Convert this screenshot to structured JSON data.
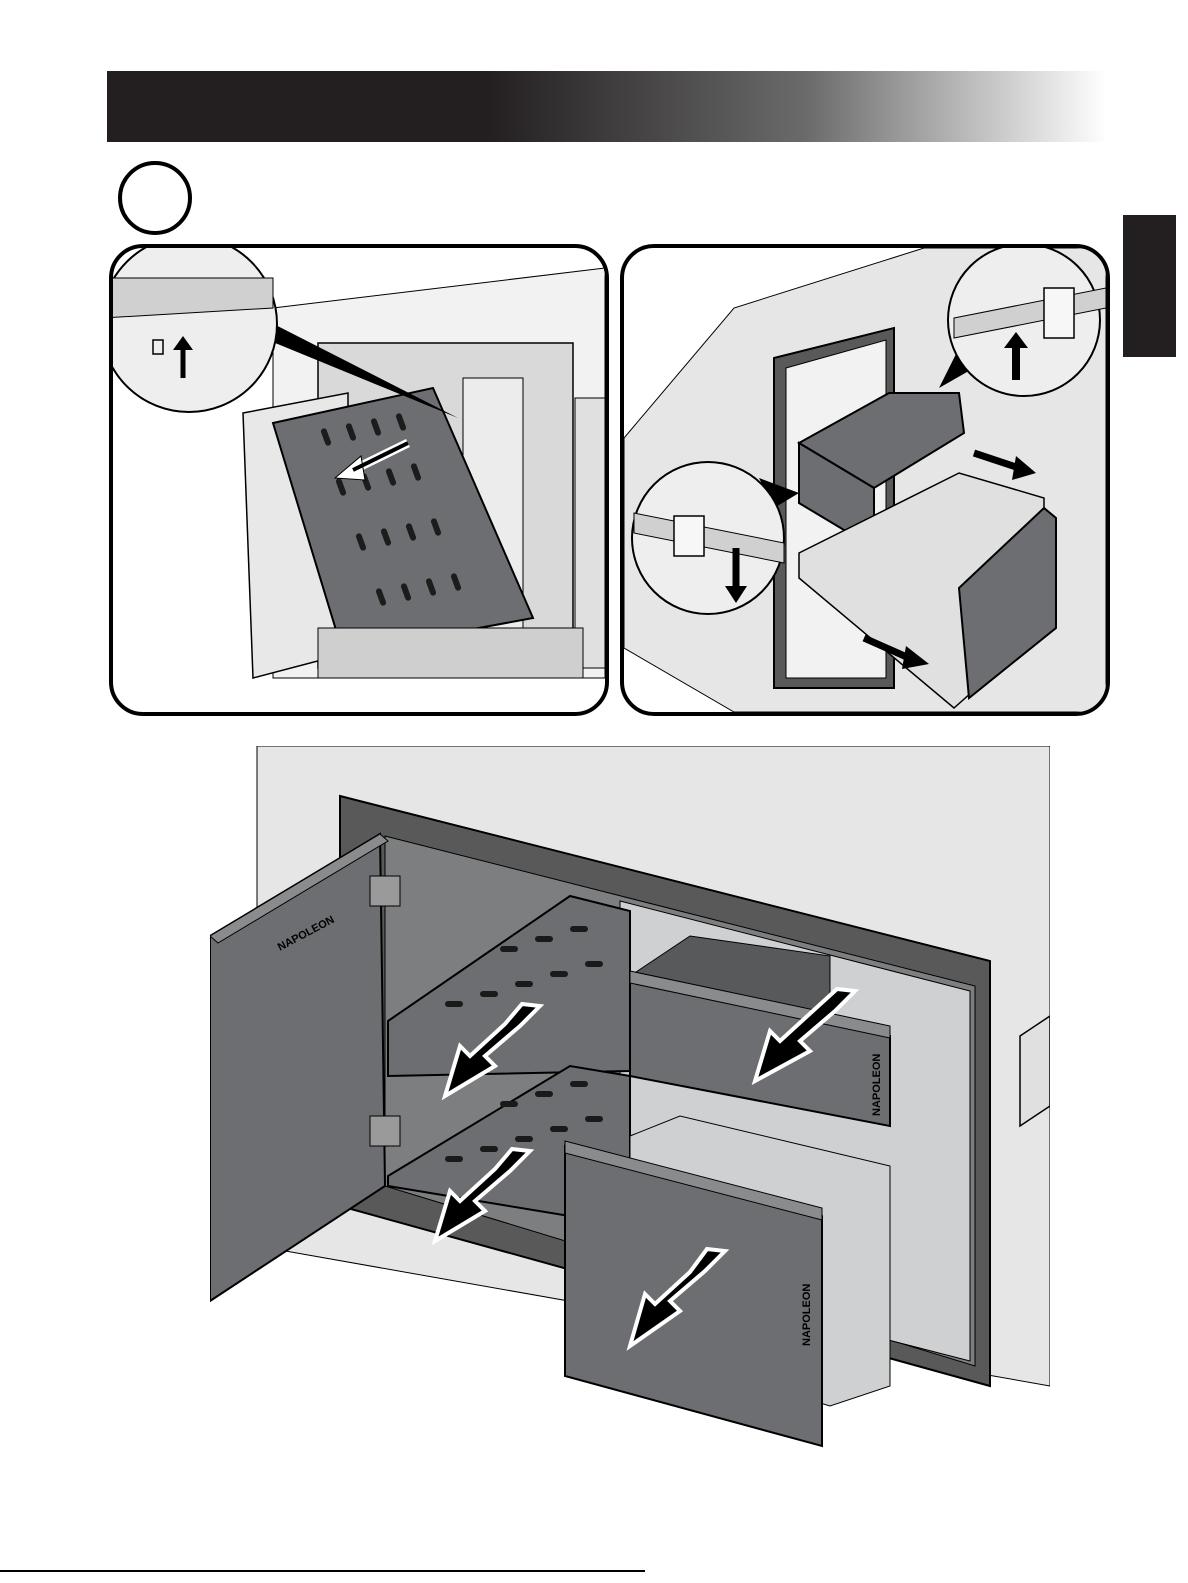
{
  "brand": {
    "logo_text": "NAPOLEON"
  },
  "colors": {
    "banner_dark": "#231f20",
    "panel_gray": "#6d6e71",
    "wall_gray": "#e6e6e6",
    "steel_gray": "#58595b"
  },
  "icons": {
    "step_marker": "circle-outline",
    "directions": [
      "arrow-up",
      "arrow-down-left",
      "arrow-right",
      "arrow-down",
      "arrow-down-right"
    ]
  }
}
